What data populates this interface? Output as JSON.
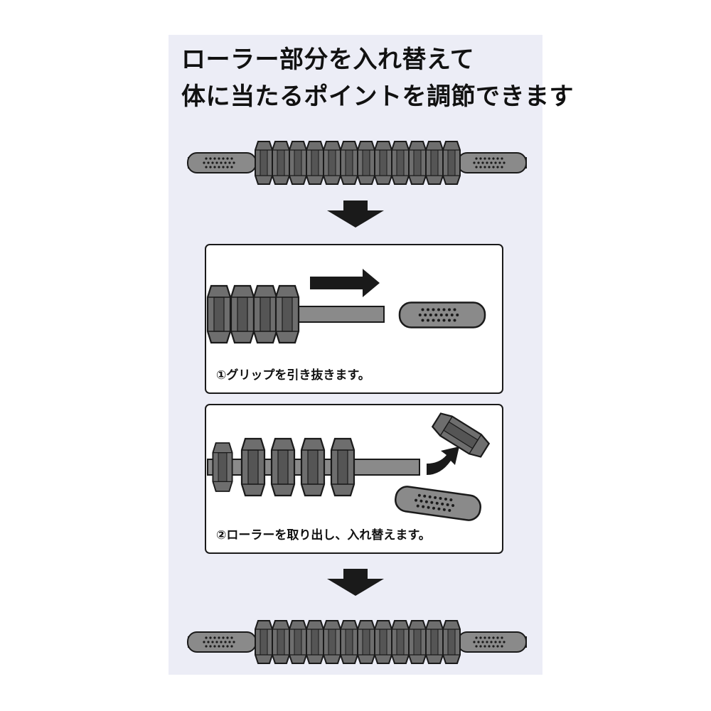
{
  "heading": {
    "line1": "ローラー部分を入れ替えて",
    "line2": "体に当たるポイントを調節できます"
  },
  "steps": [
    {
      "caption": "①グリップを引き抜きます。"
    },
    {
      "caption": "②ローラーを取り出し、入れ替えます。"
    }
  ],
  "colors": {
    "panel": "#ecedf6",
    "roller": "#6e6e6e",
    "roller_light": "#8a8a8a",
    "outline": "#1a1a1a",
    "arrow": "#1a1a1a"
  },
  "icons": [
    "down-arrow-icon",
    "right-arrow-icon",
    "curved-arrow-icon"
  ]
}
